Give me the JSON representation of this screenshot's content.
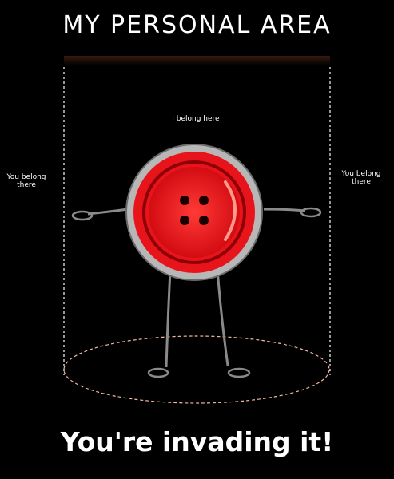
{
  "title": "MY PERSONAL AREA",
  "notes": {
    "left": "You belong there",
    "right": "You belong there",
    "top": "i belong here"
  },
  "footer": "You're invading it!",
  "colors": {
    "background": "#000000",
    "button_red": "#e8141c",
    "button_rim": "#b7b7b7",
    "limbs": "#8a8a8a",
    "dashed_boundary": "#ffffff",
    "floor_ellipse": "#f2b8a0"
  }
}
